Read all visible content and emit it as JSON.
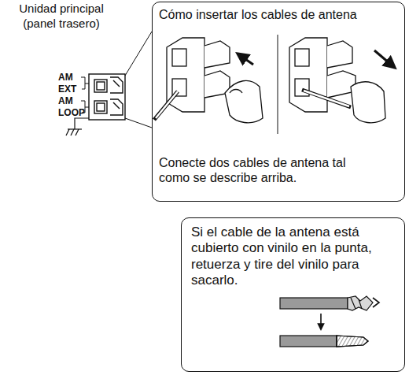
{
  "diagram": {
    "nodes": [
      {
        "text": [
          "Cómo insertar los cables de antena",
          "Conecte dos cables de antena tal como se describe arriba."
        ]
      },
      {
        "text": [
          "Si el cable de la antena está cubierto con vinilo en la punta, retuerza y tire del vinilo para sacarlo."
        ]
      }
    ],
    "labels": [
      "Unidad principal (panel trasero)",
      "AM EXT",
      "AM LOOP"
    ]
  }
}
